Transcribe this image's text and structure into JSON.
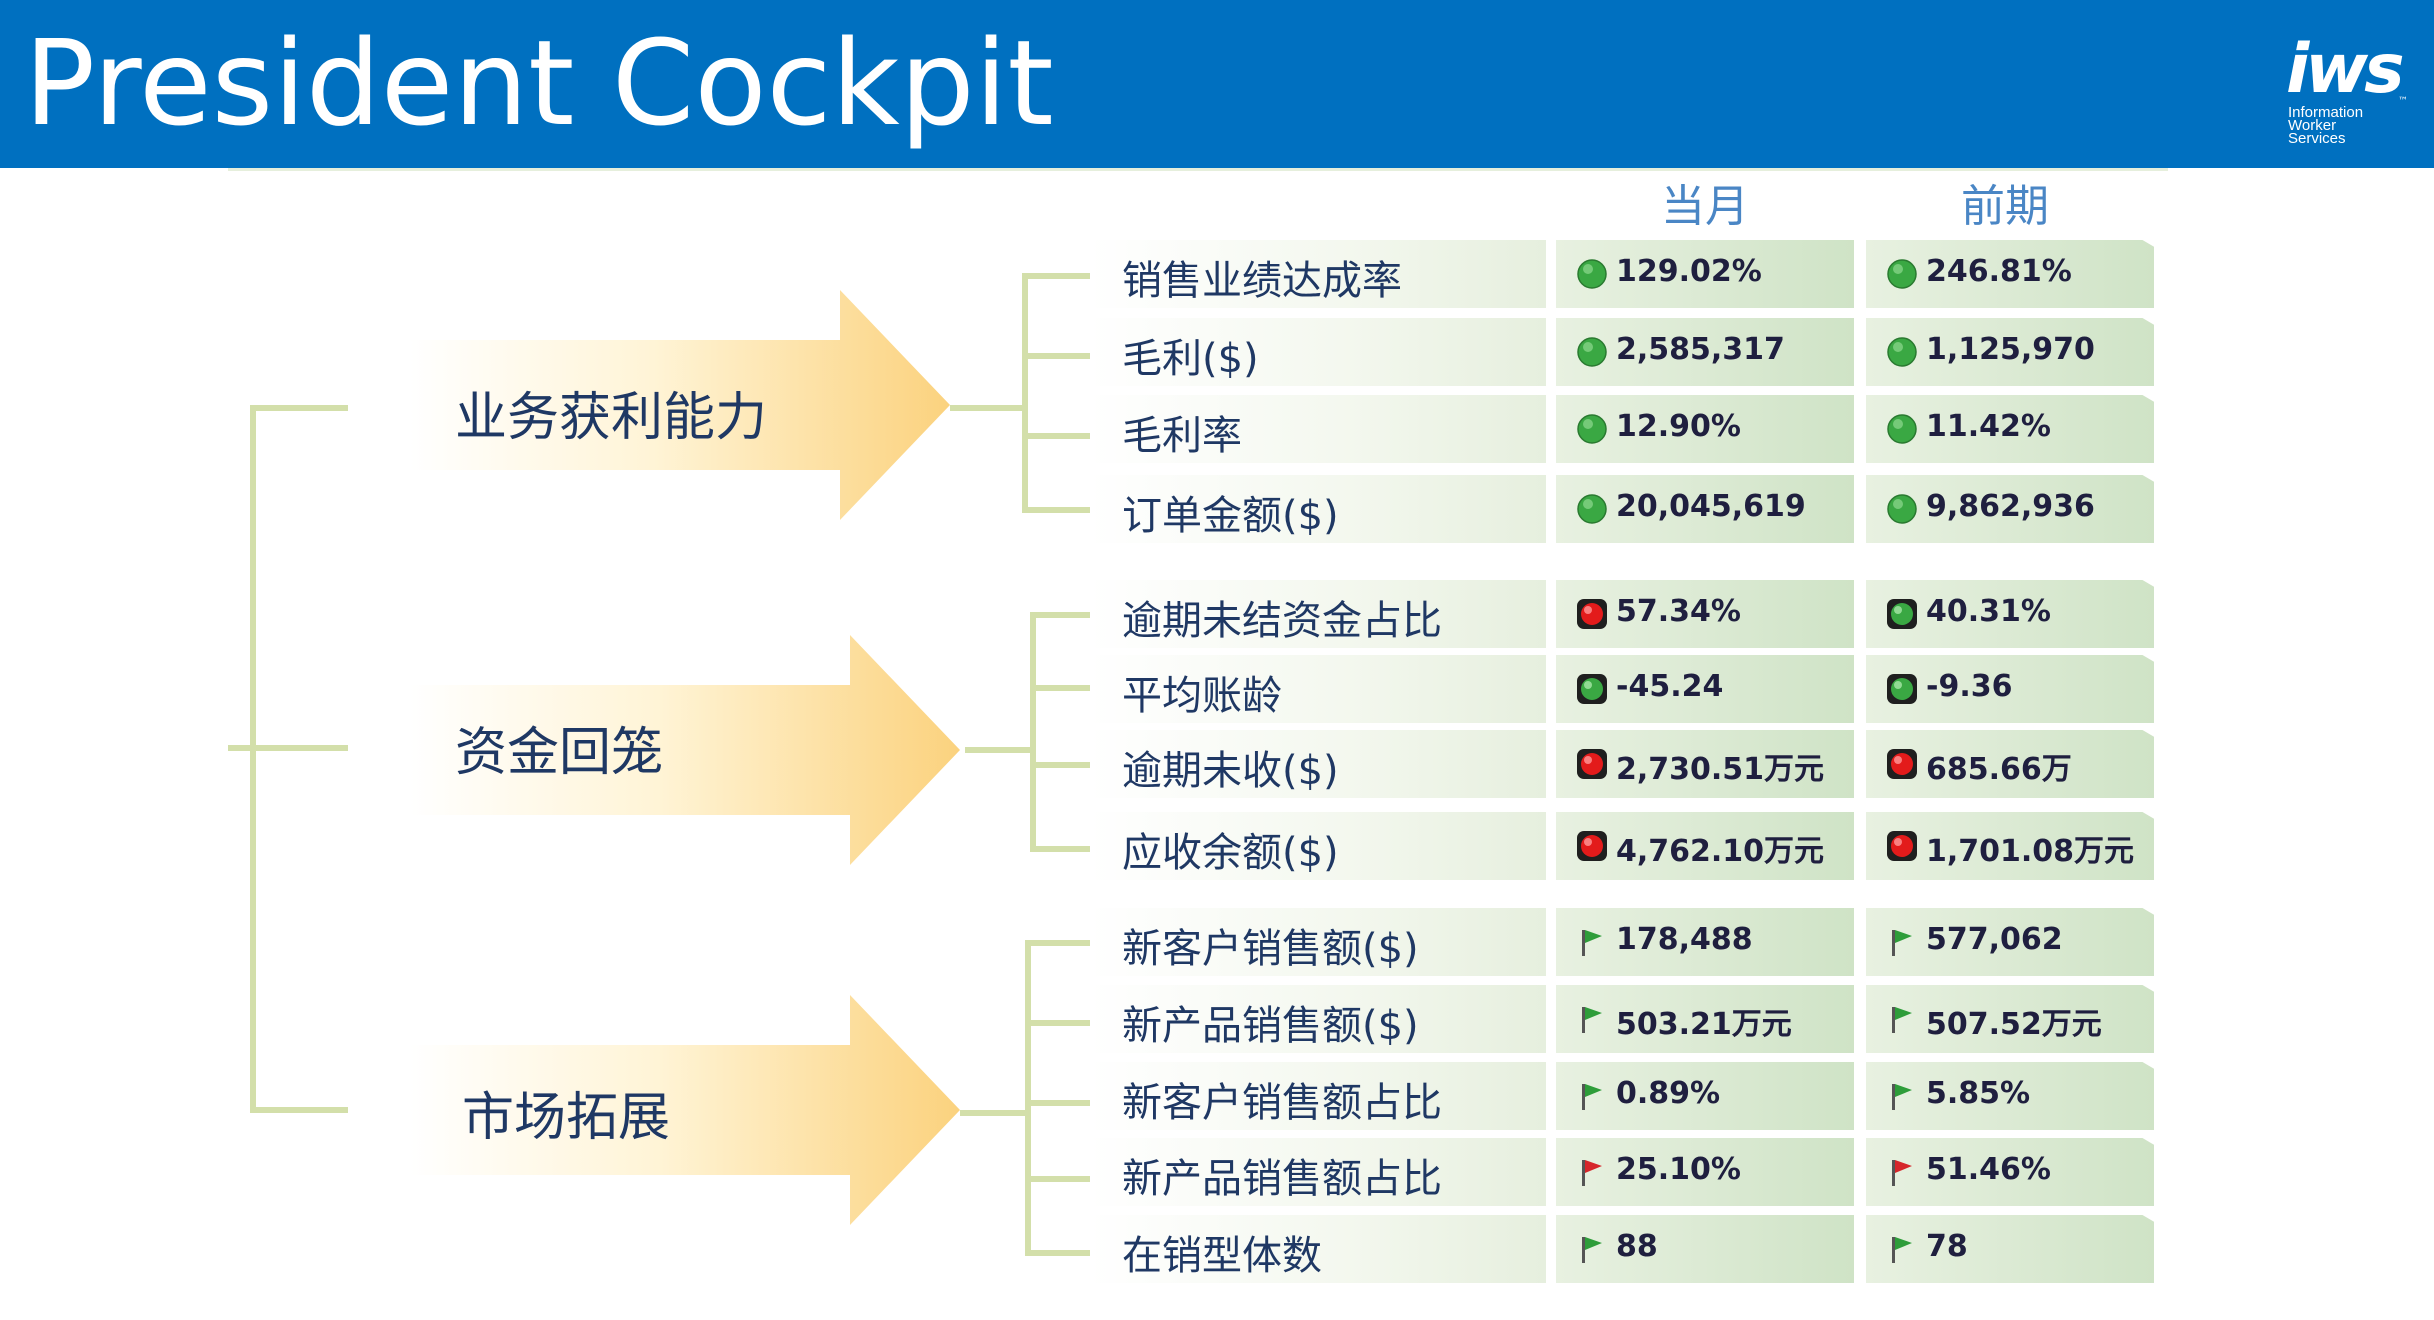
{
  "header": {
    "title": "President Cockpit"
  },
  "logo": {
    "mark": "iws",
    "tm": "™",
    "lines": [
      "Information",
      "Worker",
      "Services"
    ]
  },
  "columns": {
    "current": "当月",
    "previous": "前期"
  },
  "colors": {
    "header_bg": "#0070c0",
    "connector": "#d3dfaa",
    "cell_green": "#cfe3c6",
    "text_dark": "#1f3864",
    "col_header": "#4a86c5"
  },
  "categories": [
    {
      "label": "业务获利能力"
    },
    {
      "label": "资金回笼"
    },
    {
      "label": "市场拓展"
    }
  ],
  "rows": [
    {
      "label": "销售业绩达成率",
      "current": "129.02%",
      "previous": "246.81%",
      "current_icon": "green-dot-icon",
      "previous_icon": "green-dot-icon"
    },
    {
      "label": "毛利($)",
      "current": "2,585,317",
      "previous": "1,125,970",
      "current_icon": "green-dot-icon",
      "previous_icon": "green-dot-icon"
    },
    {
      "label": "毛利率",
      "current": "12.90%",
      "previous": "11.42%",
      "current_icon": "green-dot-icon",
      "previous_icon": "green-dot-icon"
    },
    {
      "label": "订单金额($)",
      "current": "20,045,619",
      "previous": "9,862,936",
      "current_icon": "green-dot-icon",
      "previous_icon": "green-dot-icon"
    },
    {
      "label": "逾期未结资金占比",
      "current": "57.34%",
      "previous": "40.31%",
      "current_icon": "red-light-icon",
      "previous_icon": "green-light-icon"
    },
    {
      "label": "平均账龄",
      "current": "-45.24",
      "previous": "-9.36",
      "current_icon": "green-light-icon",
      "previous_icon": "green-light-icon"
    },
    {
      "label": "逾期未收($)",
      "current": "2,730.51万元",
      "previous": "685.66万",
      "current_icon": "red-light-icon",
      "previous_icon": "red-light-icon"
    },
    {
      "label": "应收余额($)",
      "current": "4,762.10万元",
      "previous": "1,701.08万元",
      "current_icon": "red-light-icon",
      "previous_icon": "red-light-icon"
    },
    {
      "label": "新客户销售额($)",
      "current": "178,488",
      "previous": "577,062",
      "current_icon": "green-flag-icon",
      "previous_icon": "green-flag-icon"
    },
    {
      "label": "新产品销售额($)",
      "current": "503.21万元",
      "previous": "507.52万元",
      "current_icon": "green-flag-icon",
      "previous_icon": "green-flag-icon"
    },
    {
      "label": "新客户销售额占比",
      "current": "0.89%",
      "previous": "5.85%",
      "current_icon": "green-flag-icon",
      "previous_icon": "green-flag-icon"
    },
    {
      "label": "新产品销售额占比",
      "current": "25.10%",
      "previous": "51.46%",
      "current_icon": "red-flag-icon",
      "previous_icon": "red-flag-icon"
    },
    {
      "label": "在销型体数",
      "current": "88",
      "previous": "78",
      "current_icon": "green-flag-icon",
      "previous_icon": "green-flag-icon"
    }
  ]
}
